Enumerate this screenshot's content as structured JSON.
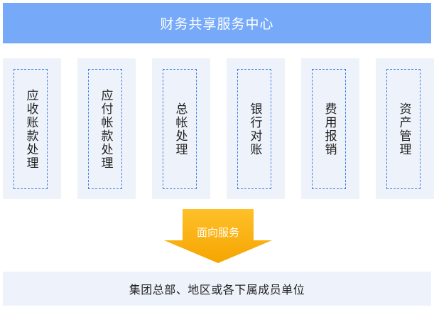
{
  "header": {
    "title": "财务共享服务中心"
  },
  "modules": [
    {
      "label": "应收账款处理"
    },
    {
      "label": "应付帐款处理"
    },
    {
      "label": "总帐处理"
    },
    {
      "label": "银行对账"
    },
    {
      "label": "费用报销"
    },
    {
      "label": "资产管理"
    }
  ],
  "arrow": {
    "label": "面向服务"
  },
  "footer": {
    "text": "集团总部、地区或各下属成员单位"
  },
  "colors": {
    "header_bg": "#76aaf8",
    "card_bg": "#eef3fb",
    "dashed_border": "#3f7fe6",
    "arrow_top": "#ffc02a",
    "arrow_bottom": "#f5a500"
  }
}
